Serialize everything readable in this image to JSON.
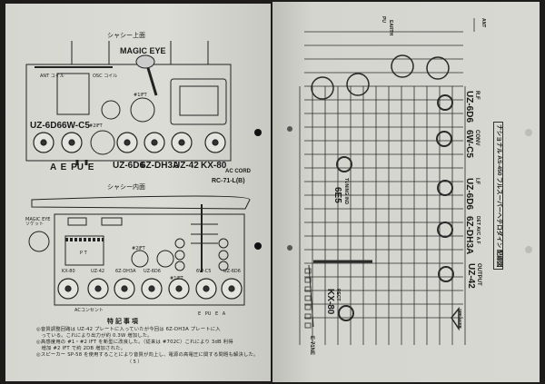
{
  "left_page": {
    "top_view": {
      "title": "シャシー上面",
      "magic_eye": "MAGIC EYE",
      "ant_coil": "ANT コイル",
      "osc_coil": "OSC コイル",
      "ift1": "#1IFT",
      "ift2": "#2IFT",
      "tubes_upper": [
        "UZ-6D6",
        "6W-C5"
      ],
      "tubes_lower": [
        "UZ-6D6",
        "6Z-DH3A",
        "UZ-42",
        "KX-80"
      ],
      "terminals": "A E PU E",
      "ac_cord": "AC CORD",
      "model": "RC-71-L(B)"
    },
    "inside_view": {
      "title": "シャシー内面",
      "magic_eye_socket": "MAGIC EYE ソケット",
      "pt_label": "P T",
      "ift2": "#2IFT",
      "ift1": "#1IFT",
      "tubes": [
        "KX-80",
        "UZ-42",
        "6Z-DH3A",
        "UZ-6D6",
        "6W-C5",
        "UZ-6D6"
      ],
      "ac_outlet": "ACコンセント",
      "terminals": "E PU E A"
    },
    "notes_title": "特 記 事 項",
    "notes": [
      "◎音質調整回路は UZ-42 プレートに入っていたが今回は 6Z-DH3A プレートに入",
      "　っている。これにより出力が約 0.3W 増加した。",
      "◎高感度用の #1・#2 IFT を新型に改良した。（従来は #702C）これにより 3dB 利得",
      "　増加 #2 IFT で約 2DB 増加された。",
      "◎スピーカー SP-58 を使用することにより音質が向上し、電源の高電圧に関する問題も解決した。"
    ],
    "page_number": "（ 5 ）"
  },
  "right_page": {
    "title": "ナショナル AS-450 フルスーパーヘテロダイン 配線図",
    "tubes": [
      {
        "role": "R.F",
        "type": "UZ-6D6"
      },
      {
        "role": "CONV",
        "type": "6W-C5"
      },
      {
        "role": "I.F",
        "type": "UZ-6D6"
      },
      {
        "role": "DET AVC A.F",
        "type": "6Z-DH3A"
      },
      {
        "role": "OUTPUT",
        "type": "UZ-42"
      },
      {
        "role": "TUNING IND",
        "type": "6E5"
      },
      {
        "role": "RECT",
        "type": "KX-80"
      }
    ],
    "ant_label": "ANT",
    "earth_label": "EARTH",
    "pu_label": "PU",
    "speaker_label": "SPEAKER",
    "code": "E-71NE"
  }
}
